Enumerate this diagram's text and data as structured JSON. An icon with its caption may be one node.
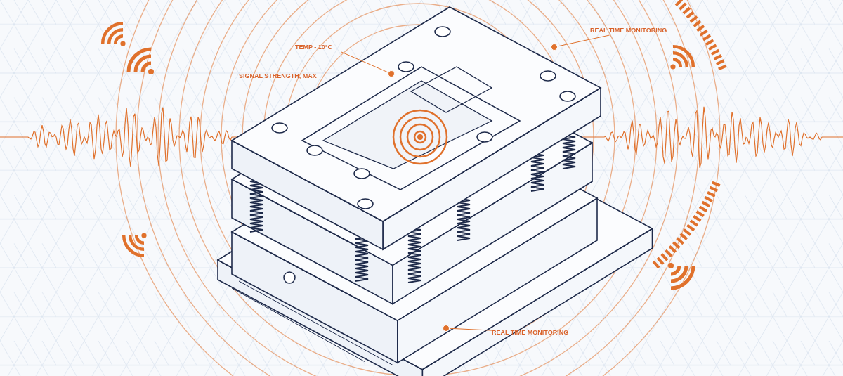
{
  "diagram": {
    "nodes": [
      {
        "text": [
          "TEMP - 10°C"
        ]
      },
      {
        "text": [],
        "shape": "circle"
      },
      {
        "text": [
          "REAL TIME MONITORING"
        ]
      },
      {
        "text": [],
        "shape": "circle"
      },
      {
        "text": [
          "REAL TIME MONITORING"
        ]
      },
      {
        "text": [],
        "shape": "circle"
      }
    ],
    "edges": [
      {
        "from": 0,
        "to": 1,
        "arrow": "none"
      },
      {
        "from": 2,
        "to": 3,
        "arrow": "none"
      },
      {
        "from": 4,
        "to": 5,
        "arrow": "none"
      }
    ],
    "labels": [
      "SIGNAL STRENGTH, MAX"
    ]
  }
}
